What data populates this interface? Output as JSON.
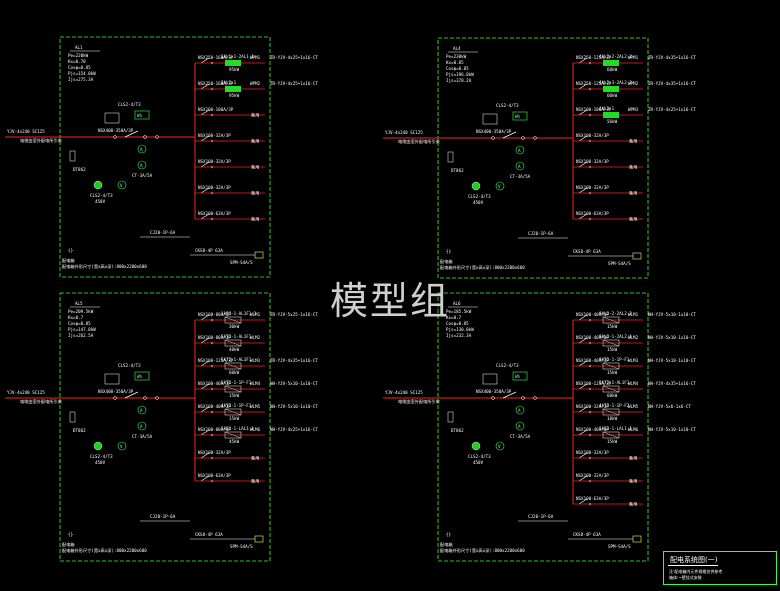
{
  "watermark": "模型组",
  "title_block": {
    "title": "配电系统图(一)",
    "sub1": "注:配电箱内元件规格仅供参考",
    "sub2": "箱体:~壁挂式安装"
  },
  "panels": [
    {
      "name": "AL1",
      "params": [
        "Pe=220kW",
        "Kx=0.70",
        "Cosφ=0.85",
        "Pjs=154.0kW",
        "Ijs=275.3A"
      ],
      "incoming": "YJV-4x240 SC125",
      "incoming_note": "电缆由室外配电所引来",
      "main_breaker": "NSX400-350A/3P",
      "meter": "DT862",
      "spd": "CLS2-4/T3",
      "spd_rating": "450V",
      "ct": "CT-3A/5A",
      "control": "CJ20-1P-6A",
      "relay": "CKS8-4P 63A",
      "sensor": "SPM-S4A/S",
      "cabinet": "配电箱",
      "cabinet_note": "配电箱外形尺寸(宽x高x深):800x2200x600",
      "circuits": [
        {
          "breaker": "NSX250-160A/3P",
          "id": "WPM1",
          "cable": "ZR-YJV-4x25+1x16-CT",
          "dest": "1AL1-1-2AL1-1",
          "power": "95kW",
          "load": "green"
        },
        {
          "breaker": "NSX250-160A/3P",
          "id": "WPM2",
          "cable": "ZR-YJV-4x25+1x16-CT",
          "dest": "2AL2-1",
          "power": "95kW",
          "load": "green"
        },
        {
          "breaker": "NSX100-100A/3P",
          "id": "",
          "cable": "",
          "dest": "备用",
          "power": "",
          "load": "none"
        },
        {
          "breaker": "NSX100-32A/3P",
          "id": "",
          "cable": "",
          "dest": "备用",
          "power": "",
          "load": "none"
        },
        {
          "breaker": "NSX100-32A/3P",
          "id": "",
          "cable": "",
          "dest": "备用",
          "power": "",
          "load": "none"
        },
        {
          "breaker": "NSX100-32A/3P",
          "id": "",
          "cable": "",
          "dest": "备用",
          "power": "",
          "load": "none"
        },
        {
          "breaker": "NSX100-63A/3P",
          "id": "",
          "cable": "",
          "dest": "备用",
          "power": "",
          "load": "none"
        }
      ]
    },
    {
      "name": "AL4",
      "params": [
        "Pe=230kW",
        "Kx=0.85",
        "Cosφ=0.85",
        "Pjs=196.0kW",
        "Ijs=370.2A"
      ],
      "incoming": "YJV-4x240 SC125",
      "incoming_note": "电缆由室外配电所引来",
      "main_breaker": "NSX400-350A/3P",
      "meter": "DT862",
      "spd": "CLS2-4/T3",
      "spd_rating": "450V",
      "ct": "CT-3A/5A",
      "control": "CJ20-1P-6A",
      "relay": "CKS8-4P 63A",
      "sensor": "SPM-S4A/S",
      "cabinet": "配电箱",
      "cabinet_note": "配电箱外形尺寸(宽x高x深):800x2200x600",
      "circuits": [
        {
          "breaker": "NSX250-125A/3P",
          "id": "WPM1",
          "cable": "ZR-YJV-4x35+1x16-CT",
          "dest": "4AL2-2-2AL2-2",
          "power": "60kW",
          "load": "green"
        },
        {
          "breaker": "NSX250-125A/3P",
          "id": "WPM2",
          "cable": "ZR-YJV-4x35+1x16-CT",
          "dest": "4AL2-3-2AL2-3",
          "power": "60kW",
          "load": "green"
        },
        {
          "breaker": "NSX100-100A/3P",
          "id": "WPM3",
          "cable": "ZR-YJV-4x25+1x16-CT",
          "dest": "4AL3-1",
          "power": "56kW",
          "load": "green"
        },
        {
          "breaker": "NSX100-32A/3P",
          "id": "",
          "cable": "",
          "dest": "备用",
          "power": "",
          "load": "none"
        },
        {
          "breaker": "NSX100-32A/3P",
          "id": "",
          "cable": "",
          "dest": "备用",
          "power": "",
          "load": "none"
        },
        {
          "breaker": "NSX100-32A/3P",
          "id": "",
          "cable": "",
          "dest": "备用",
          "power": "",
          "load": "none"
        },
        {
          "breaker": "NSX100-63A/3P",
          "id": "",
          "cable": "",
          "dest": "备用",
          "power": "",
          "load": "none"
        }
      ]
    },
    {
      "name": "AL5",
      "params": [
        "Pe=209.5kW",
        "Kx=0.7",
        "Cosφ=0.85",
        "Pjs=147.0kW",
        "Ijs=262.5A"
      ],
      "incoming": "YJV-4x240 SC125",
      "incoming_note": "电缆由室外配电所引来",
      "main_breaker": "NSX400-350A/3P",
      "meter": "DT862",
      "spd": "CLS2-4/T3",
      "spd_rating": "450V",
      "ct": "CT-3A/5A",
      "control": "CJ20-1P-6A",
      "relay": "CKS8-4P 63A",
      "sensor": "SPM-S4A/S",
      "cabinet": "配电箱",
      "cabinet_note": "配电箱外形尺寸(宽x高x深):800x2200x600",
      "circuits": [
        {
          "breaker": "NSX100-80A/3P",
          "id": "WLM1",
          "cable": "ZR-YJV-5x25-1x16-CT",
          "dest": "1AP3-1-AL1F1-1",
          "power": "30kW",
          "load": "white"
        },
        {
          "breaker": "NSX100-80A/3P",
          "id": "WLM2",
          "cable": "",
          "dest": "5AT2-1-AL1F1",
          "power": "40kW",
          "load": "white"
        },
        {
          "breaker": "NSX100-125A/3P",
          "id": "WLM3",
          "cable": "ZR-YJV-4x35+1x16-CT",
          "dest": "5AT2-1-AL1F1",
          "power": "60kW",
          "load": "white"
        },
        {
          "breaker": "NSX100-40A/3P",
          "id": "WLM4",
          "cable": "NH-YJV-5x10-1x10-CT",
          "dest": "5AT2-1-1P-F1",
          "power": "15kW",
          "load": "white"
        },
        {
          "breaker": "NSX100-40A/3P",
          "id": "WLM5",
          "cable": "NH-YJV-5x10-1x10-CT",
          "dest": "4AT2-1-1P-F1",
          "power": "15kW",
          "load": "white"
        },
        {
          "breaker": "NSX100-80A/3P",
          "id": "WLM6",
          "cable": "NH-YJV-4x25+1x16-CT",
          "dest": "5AE2-1-LAL1-1",
          "power": "45kW",
          "load": "white"
        },
        {
          "breaker": "NSX100-32A/3P",
          "id": "",
          "cable": "",
          "dest": "备用",
          "power": "",
          "load": "none"
        },
        {
          "breaker": "NSX100-63A/3P",
          "id": "",
          "cable": "",
          "dest": "备用",
          "power": "",
          "load": "none"
        }
      ]
    },
    {
      "name": "AL6",
      "params": [
        "Pe=185.5kW",
        "Kx=0.7",
        "Cosφ=0.85",
        "Pjs=130.0kW",
        "Ijs=232.3A"
      ],
      "incoming": "YJV-4x240 SC125",
      "incoming_note": "电缆由室外配电所引来",
      "main_breaker": "NSX400-350A/3P",
      "meter": "DT862",
      "spd": "CLS2-4/T3",
      "spd_rating": "450V",
      "ct": "CT-3A/5A",
      "control": "CJ20-1P-6A",
      "relay": "CKS8-4P 63A",
      "sensor": "SPM-S4A/S",
      "cabinet": "配电箱",
      "cabinet_note": "配电箱外形尺寸(宽x高x深):800x2200x600",
      "circuits": [
        {
          "breaker": "NSX100-40A/3P",
          "id": "WLM1",
          "cable": "NH-YJV-5x10-1x10-CT",
          "dest": "9AL2-2-2AL2-2",
          "power": "15kW",
          "load": "white"
        },
        {
          "breaker": "NSX100-40A/3P",
          "id": "WLM2",
          "cable": "NH-YJV-5x10-1x10-CT",
          "dest": "9AL2-1-2AL2-1",
          "power": "15kW",
          "load": "white"
        },
        {
          "breaker": "NSX100-40A/3P",
          "id": "WLM3",
          "cable": "NH-YJV-5x10-1x10-CT",
          "dest": "9AT2-1-1P-F1",
          "power": "15kW",
          "load": "white"
        },
        {
          "breaker": "NSX100-125A/3P",
          "id": "WLM4",
          "cable": "NH-YJV-4x35+1x16-CT",
          "dest": "2AT2-1-AL1F1",
          "power": "60kW",
          "load": "white"
        },
        {
          "breaker": "NSX100-32A/3P",
          "id": "WLM5",
          "cable": "NH-YJV-5x6-1x6-CT",
          "dest": "4AT2-1-1P-F2",
          "power": "10kW",
          "load": "white"
        },
        {
          "breaker": "NSX100-40A/3P",
          "id": "WLM6",
          "cable": "NH-YJV-5x10-1x10-CT",
          "dest": "5AE2-1-LAL1-1",
          "power": "15kW",
          "load": "white"
        },
        {
          "breaker": "NSX100-32A/3P",
          "id": "",
          "cable": "",
          "dest": "备用",
          "power": "",
          "load": "none"
        },
        {
          "breaker": "NSX100-32A/3P",
          "id": "",
          "cable": "",
          "dest": "备用",
          "power": "",
          "load": "none"
        },
        {
          "breaker": "NSX100-63A/3P",
          "id": "",
          "cable": "",
          "dest": "备用",
          "power": "",
          "load": "none"
        }
      ]
    }
  ],
  "colors": {
    "frame": "#3cff3c",
    "bus": "#ff2020",
    "text": "#ffffff",
    "label": "#ffff55",
    "load_green": "#22dd22",
    "spare": "#ffffff"
  }
}
